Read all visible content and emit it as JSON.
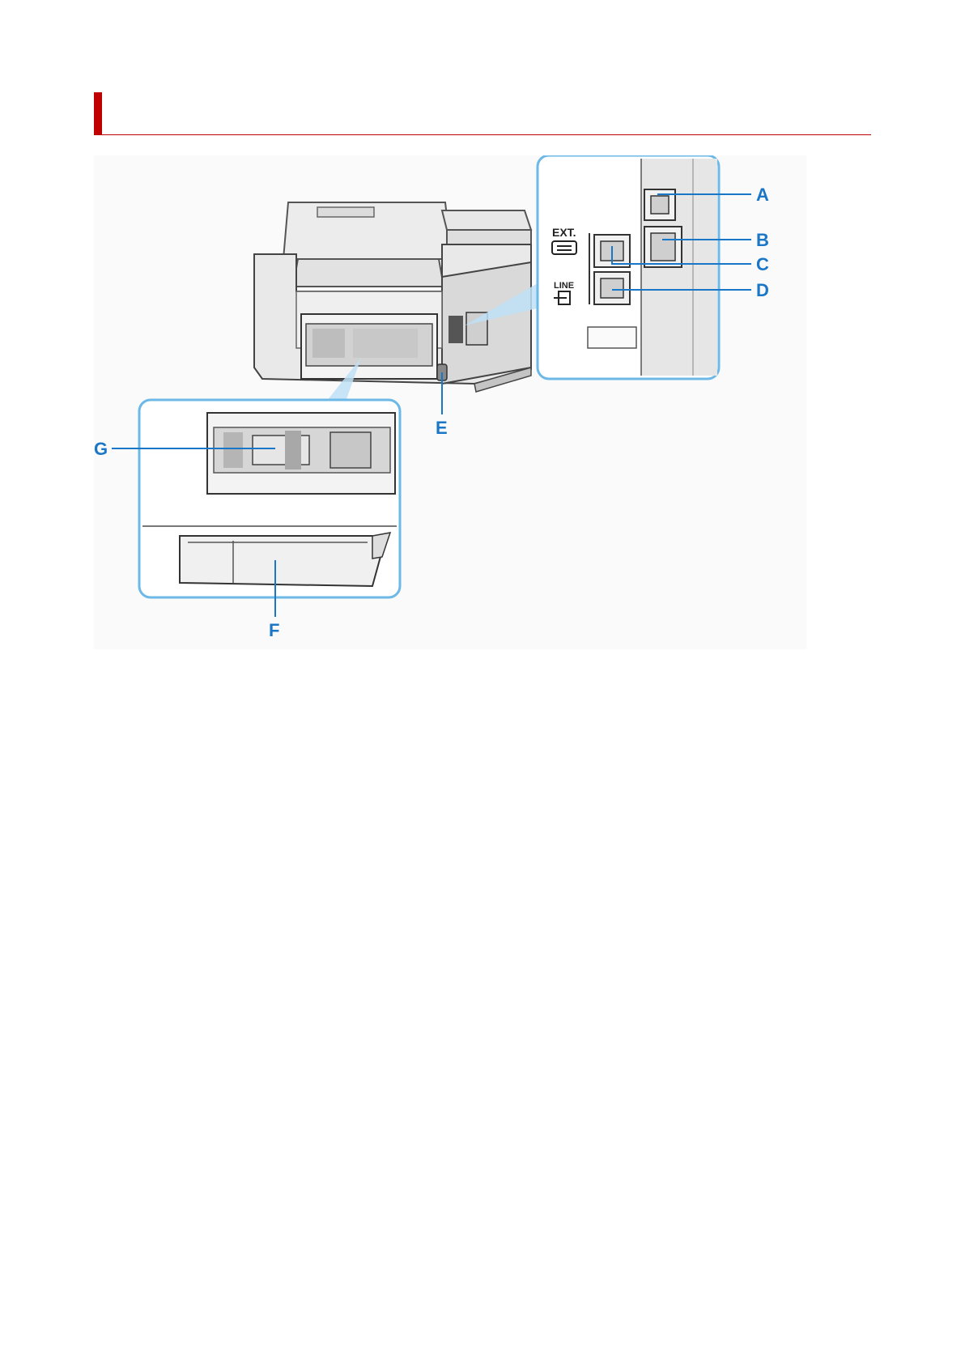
{
  "page": {
    "title": ""
  },
  "figure": {
    "callouts": {
      "a": "A",
      "b": "B",
      "c": "C",
      "d": "D",
      "e": "E",
      "f": "F",
      "g": "G"
    },
    "port_icons": {
      "ext_label": "EXT.",
      "line_label": "LINE"
    },
    "colors": {
      "accent": "#c00000",
      "callout": "#1a76c7",
      "zoom_frame": "#6cb8e6"
    }
  }
}
